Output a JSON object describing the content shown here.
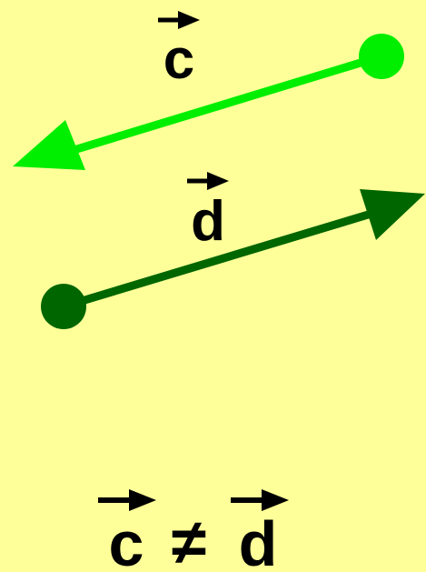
{
  "colors": {
    "background": "#ffff99",
    "vector_c": "#00ee00",
    "vector_d": "#006600",
    "text": "#000000"
  },
  "vectors": {
    "c": {
      "label": "c",
      "color": "#00ee00"
    },
    "d": {
      "label": "d",
      "color": "#006600"
    }
  },
  "equation": {
    "left": "c",
    "operator": "≠",
    "right": "d"
  }
}
